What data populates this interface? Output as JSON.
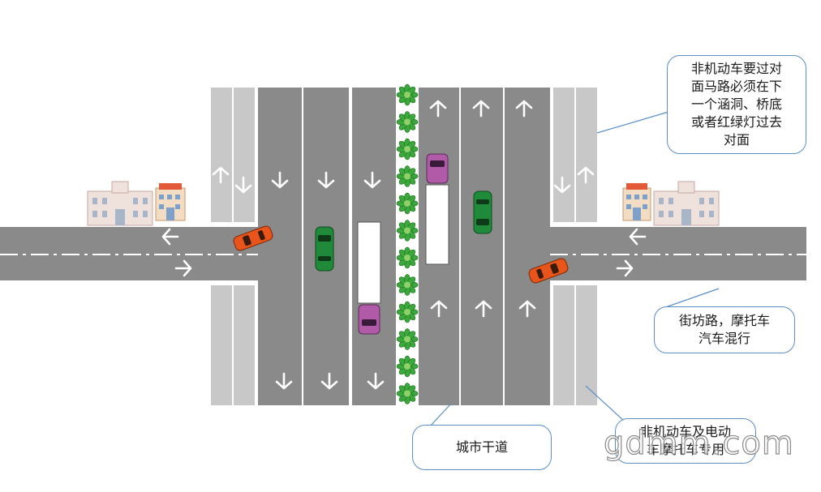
{
  "callouts": {
    "non_motor_crossing": "非机动车要过对\n面马路必须在下\n一个涵洞、桥底\n或者红绿灯过去\n对面",
    "side_street": "街坊路，摩托车\n汽车混行",
    "main_road": "城市干道",
    "bike_lane": "非机动车及电动\n车摩托车专用"
  },
  "watermark": "gdmm.com",
  "colors": {
    "road": "#8a8a8a",
    "bike_lane": "#c8c8c8",
    "lane_line": "#ffffff",
    "callout_border": "#5b8fc7",
    "car_green": "#1e8a3a",
    "car_orange": "#e8541a",
    "truck_cab": "#b05aa8",
    "median_shrub": "#3aa83a"
  },
  "icons": [
    "down-arrow-icon",
    "up-arrow-icon",
    "left-arrow-icon",
    "right-arrow-icon",
    "shrub-icon",
    "building-icon",
    "car-icon",
    "truck-icon"
  ]
}
